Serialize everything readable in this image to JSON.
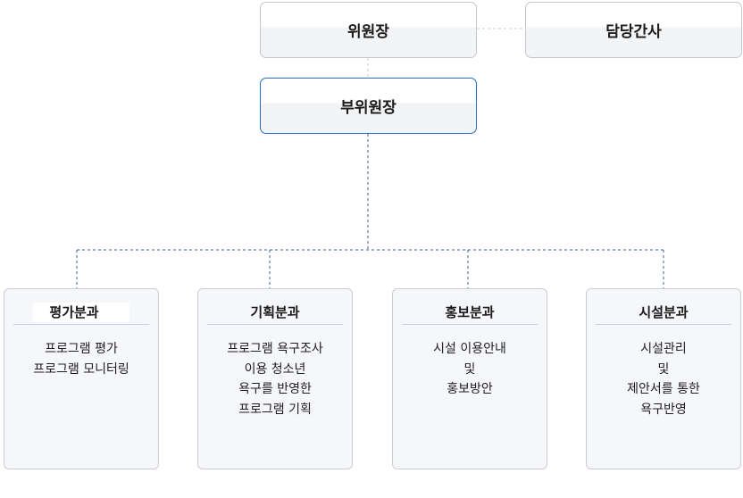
{
  "org": {
    "chair": "위원장",
    "officer": "담당간사",
    "vice_chair": "부위원장",
    "departments": [
      {
        "title": "평가분과",
        "lines": [
          "프로그램 평가",
          "프로그램 모니터링"
        ]
      },
      {
        "title": "기획분과",
        "lines": [
          "프로그램 욕구조사",
          "이용 청소년",
          "욕구를 반영한",
          "프로그램 기획"
        ]
      },
      {
        "title": "홍보분과",
        "lines": [
          "시설 이용안내",
          "및",
          "홍보방안"
        ]
      },
      {
        "title": "시설분과",
        "lines": [
          "시설관리",
          "및",
          "제안서를 통한",
          "욕구반영"
        ]
      }
    ]
  },
  "colors": {
    "connector_gray": "#c8c8c8",
    "connector_blue": "#3e5f98",
    "box_border_gray": "#c4c8ce",
    "box_border_blue": "#2a6fc4",
    "dept_bg": "#f6f7fa"
  }
}
